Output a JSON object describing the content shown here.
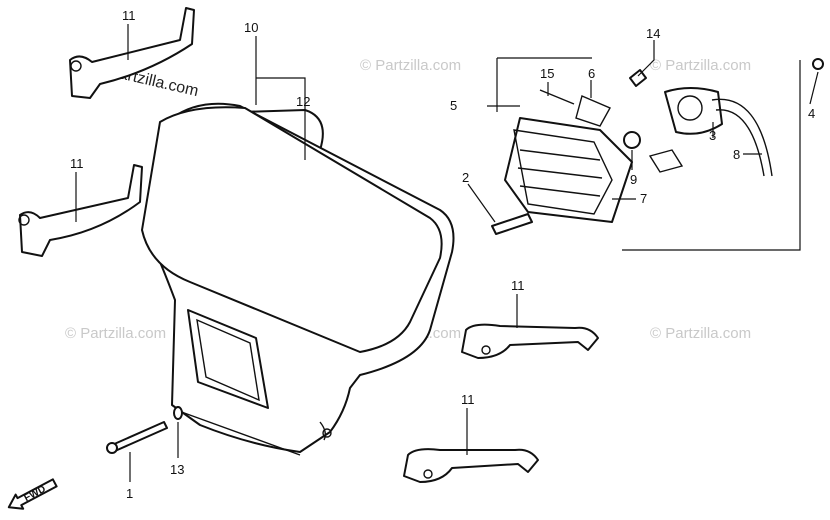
{
  "watermark": {
    "main": "© Partzilla.com",
    "faint": "© Partzilla.com"
  },
  "fwd_label": "FWD",
  "callouts": {
    "c1": "1",
    "c2": "2",
    "c3": "3",
    "c4": "4",
    "c5": "5",
    "c6": "6",
    "c7": "7",
    "c8": "8",
    "c9": "9",
    "c10": "10",
    "c11a": "11",
    "c11b": "11",
    "c11c": "11",
    "c11d": "11",
    "c12": "12",
    "c13": "13",
    "c14": "14",
    "c15": "15"
  }
}
